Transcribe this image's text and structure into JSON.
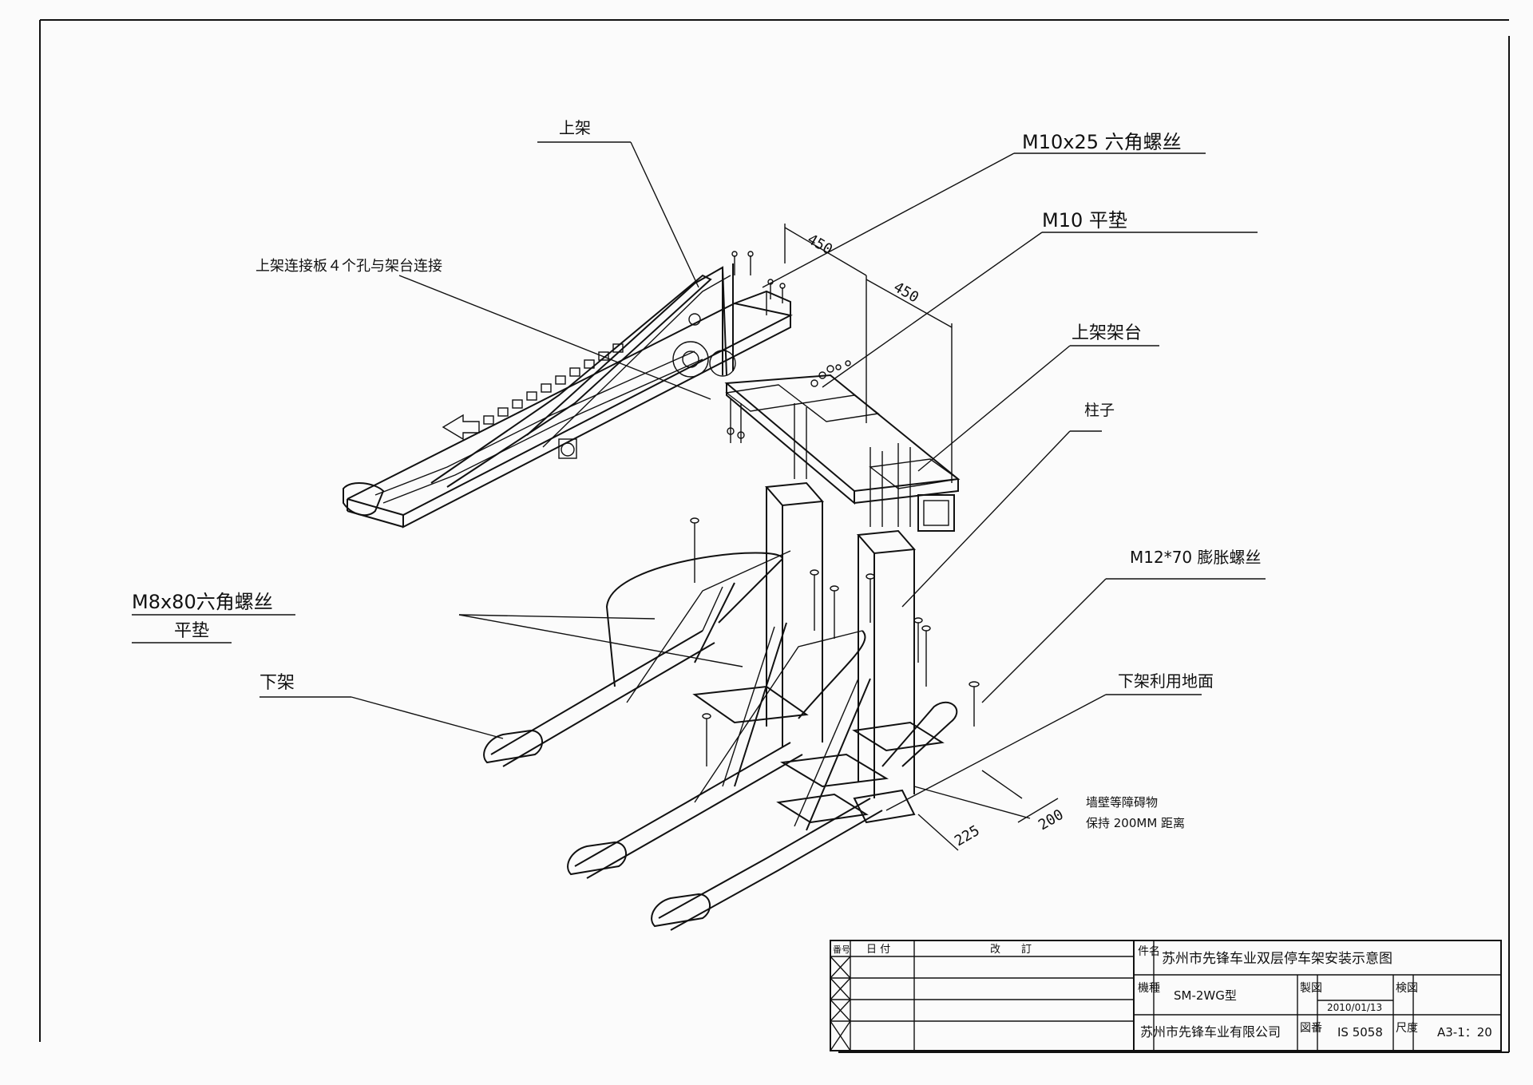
{
  "callouts": {
    "upper_rack": "上架",
    "upper_plate_note": "上架连接板４个孔与架台连接",
    "bolt_m10x25": "M10x25 六角螺丝",
    "washer_m10": "M10 平垫",
    "upper_platform": "上架架台",
    "column": "柱子",
    "expansion_bolt": "M12*70 膨胀螺丝",
    "bolt_m8x80": "M8x80六角螺丝",
    "washer_flat": "平垫",
    "lower_rack": "下架",
    "lower_ground": "下架利用地面",
    "wall_note_1": "墙壁等障碍物",
    "wall_note_2": "保持 200MM 距离"
  },
  "dimensions": {
    "d1": "450",
    "d2": "450",
    "d3": "225",
    "d4": "200"
  },
  "title_block": {
    "col_no": "番号",
    "col_date": "日 付",
    "col_revision": "改　　訂",
    "label_part_name": "件名",
    "part_name": "苏州市先锋车业双层停车架安装示意图",
    "label_model": "機種",
    "model": "SM-2WG型",
    "label_drawn": "製図",
    "date": "2010/01/13",
    "label_checked": "検図",
    "company": "苏州市先锋车业有限公司",
    "label_drawing_no": "図番",
    "drawing_no": "IS 5058",
    "label_scale": "尺度",
    "scale": "A3-1：20"
  }
}
